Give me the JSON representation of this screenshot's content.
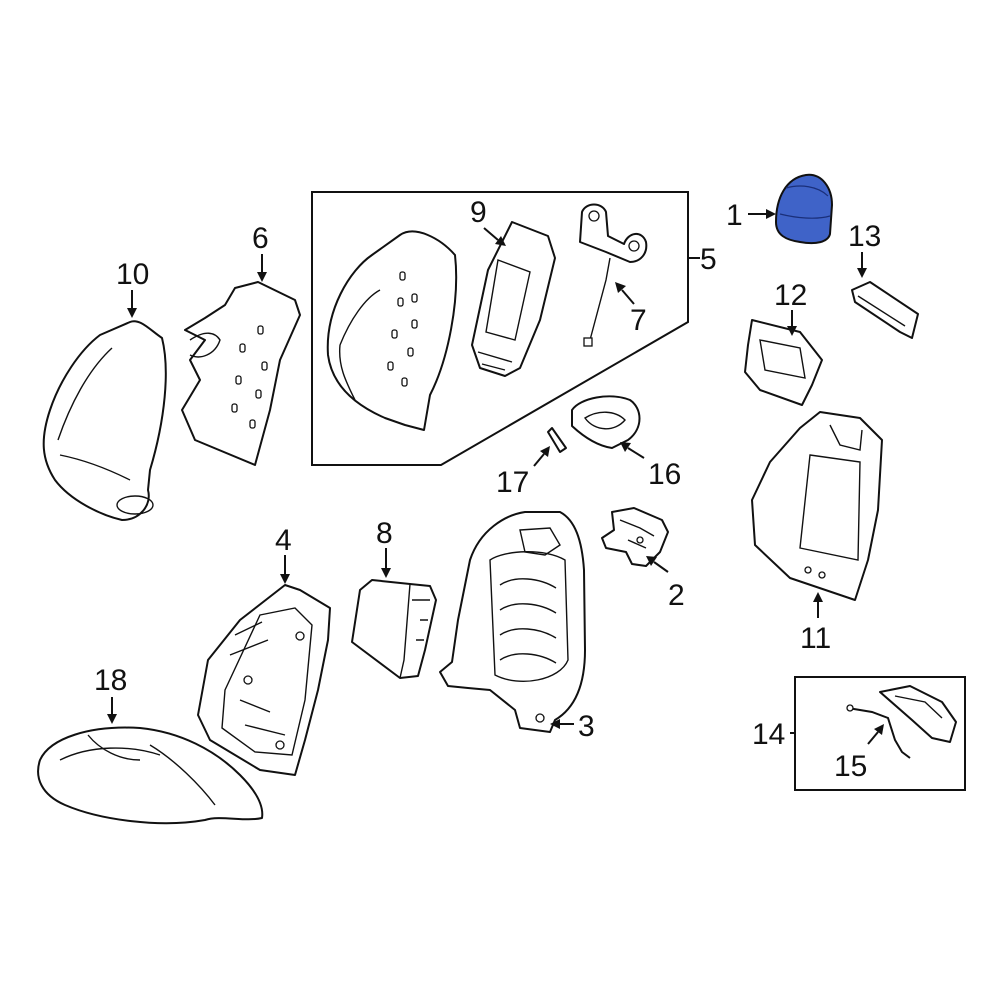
{
  "diagram": {
    "highlight_color": "#3f63c8",
    "line_color": "#111111",
    "callouts": {
      "p1": "1",
      "p2": "2",
      "p3": "3",
      "p4": "4",
      "p5": "5",
      "p6": "6",
      "p7": "7",
      "p8": "8",
      "p9": "9",
      "p10": "10",
      "p11": "11",
      "p12": "12",
      "p13": "13",
      "p14": "14",
      "p15": "15",
      "p16": "16",
      "p17": "17",
      "p18": "18"
    }
  }
}
